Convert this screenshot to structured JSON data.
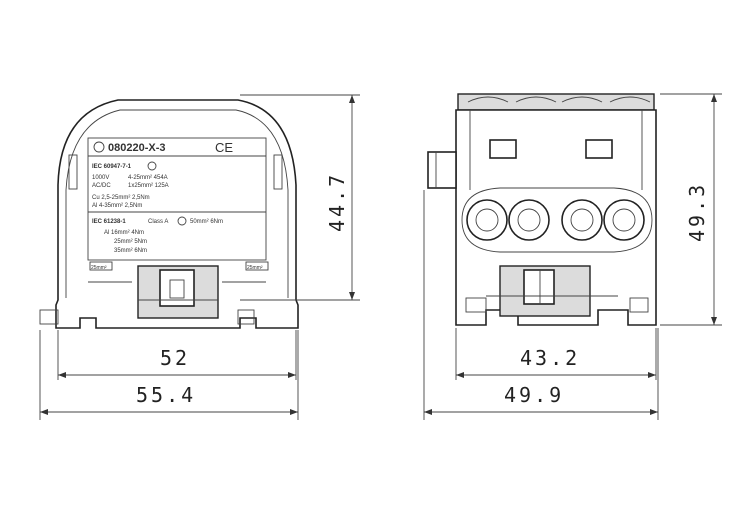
{
  "front_view": {
    "part_number": "080220-X-3",
    "ce_mark": "CE",
    "standard_1": "IEC 60947-7-1",
    "spec_voltage_lines": [
      "1000V",
      "AC/DC"
    ],
    "spec_current_lines": [
      "4-25mm² 454A",
      "1x25mm² 125A"
    ],
    "spec_cu": "Cu 2,5-25mm² 2,5Nm",
    "spec_al": "Al 4-35mm² 2,5Nm",
    "standard_2": "IEC 61238-1",
    "class_label": "Class A",
    "class_right": "50mm² 6Nm",
    "al_lines": [
      "Al 16mm² 4Nm",
      "25mm² 5Nm",
      "35mm² 6Nm"
    ],
    "left_small_label": "25mm²",
    "right_small_label": "25mm²",
    "dim_height": "44.7",
    "dim_inner_width": "52",
    "dim_outer_width": "55.4"
  },
  "side_view": {
    "dim_height": "49.3",
    "dim_inner_width": "43.2",
    "dim_outer_width": "49.9"
  }
}
